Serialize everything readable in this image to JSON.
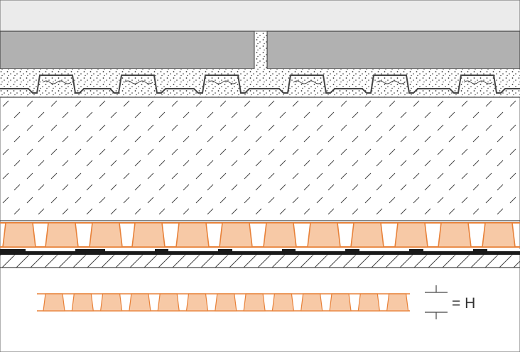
{
  "colors": {
    "tile": "#b1b1b1",
    "background": "#ebebeb",
    "line": "#555555",
    "orange_fill": "#f7c9a6",
    "orange_stroke": "#e8823a",
    "black_membrane": "#1a1a1a"
  },
  "layers": [
    {
      "name": "tile-covering"
    },
    {
      "name": "grout-joint"
    },
    {
      "name": "uncoupling-membrane-with-thinset"
    },
    {
      "name": "screed"
    },
    {
      "name": "drainage-mat"
    },
    {
      "name": "waterproofing-membrane"
    },
    {
      "name": "substrate"
    }
  ],
  "legend": {
    "symbol": "drainage-mat-detail",
    "label": "= H"
  }
}
